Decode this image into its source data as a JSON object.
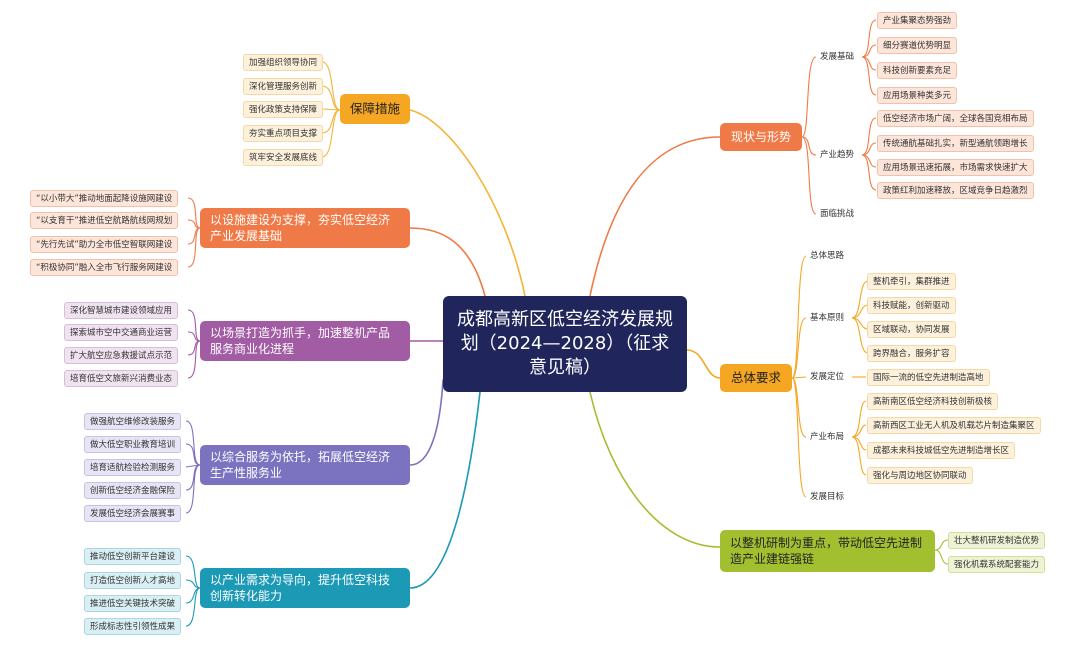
{
  "title": "成都高新区低空经济发展规划（2024—2028）（征求意见稿）",
  "colors": {
    "center": "#20265c",
    "status": "#f07a47",
    "general": "#f5a623",
    "safeguard": "#f5a623",
    "facility": "#f07a47",
    "scenario": "#a25ca4",
    "service": "#7b72c0",
    "innovation": "#1c9ab5",
    "manufacture": "#a2bf2f"
  },
  "branches": {
    "safeguard": {
      "label": "保障措施",
      "items": [
        "加强组织领导协同",
        "深化管理服务创新",
        "强化政策支持保障",
        "夯实重点项目支撑",
        "筑牢安全发展底线"
      ]
    },
    "facility": {
      "label": "以设施建设为支撑，夯实低空经济产业发展基础",
      "items": [
        "“以小带大”推动地面起降设施网建设",
        "“以支育干”推进低空航路航线网规划",
        "“先行先试”助力全市低空智联网建设",
        "“积极协同”融入全市飞行服务网建设"
      ]
    },
    "scenario": {
      "label": "以场景打造为抓手，加速整机产品服务商业化进程",
      "items": [
        "深化智慧城市建设领域应用",
        "探索城市空中交通商业运营",
        "扩大航空应急救援试点示范",
        "培育低空文旅新兴消费业态"
      ]
    },
    "service": {
      "label": "以综合服务为依托，拓展低空经济生产性服务业",
      "items": [
        "做强航空维修改装服务",
        "做大低空职业教育培训",
        "培育适航检验检测服务",
        "创新低空经济金融保险",
        "发展低空经济会展赛事"
      ]
    },
    "innovation": {
      "label": "以产业需求为导向，提升低空科技创新转化能力",
      "items": [
        "推动低空创新平台建设",
        "打造低空创新人才高地",
        "推进低空关键技术突破",
        "形成标志性引领性成果"
      ]
    },
    "status": {
      "label": "现状与形势",
      "development_basis": {
        "label": "发展基础",
        "items": [
          "产业集聚态势强劲",
          "细分赛道优势明显",
          "科技创新要素充足",
          "应用场景种类多元"
        ]
      },
      "industry_trend": {
        "label": "产业趋势",
        "items": [
          "低空经济市场广阔，全球各国竞相布局",
          "传统通航基础扎实，新型通航领跑增长",
          "应用场景迅速拓展，市场需求快速扩大",
          "政策红利加速释放，区域竞争日趋激烈"
        ]
      },
      "challenges": "面临挑战"
    },
    "general": {
      "label": "总体要求",
      "overall_idea": "总体思路",
      "principles": {
        "label": "基本原则",
        "items": [
          "整机牵引，集群推进",
          "科技赋能，创新驱动",
          "区域联动，协同发展",
          "跨界融合，服务扩容"
        ]
      },
      "positioning": {
        "label": "发展定位",
        "items": [
          "国际一流的低空先进制造高地"
        ]
      },
      "layout": {
        "label": "产业布局",
        "items": [
          "高新南区低空经济科技创新极核",
          "高新西区工业无人机及机载芯片制造集聚区",
          "成都未来科技城低空先进制造增长区",
          "强化与周边地区协同联动"
        ]
      },
      "goals": "发展目标"
    },
    "manufacture": {
      "label": "以整机研制为重点，带动低空先进制造产业建链强链",
      "items": [
        "壮大整机研发制造优势",
        "强化机载系统配套能力"
      ]
    }
  }
}
